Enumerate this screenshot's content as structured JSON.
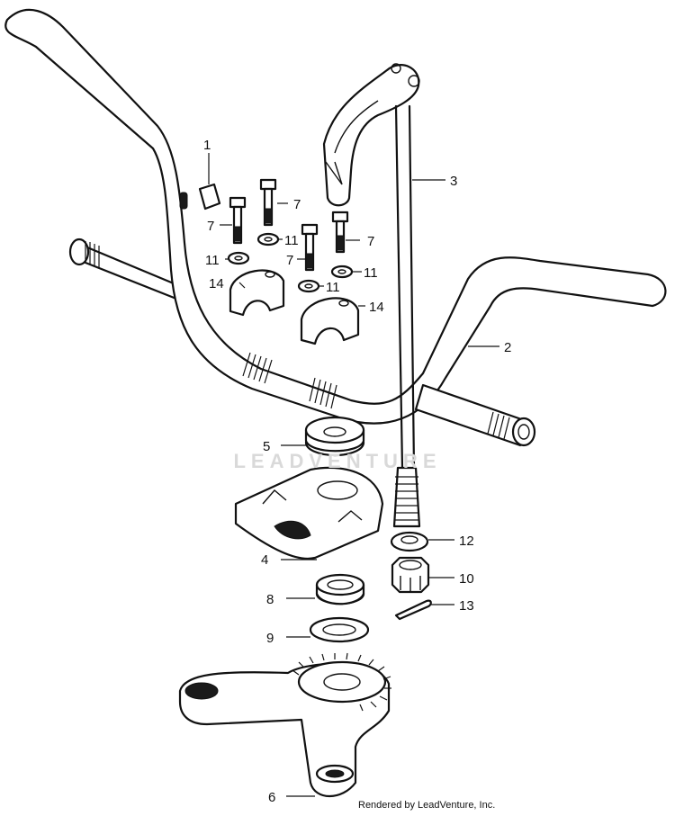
{
  "watermark": "LEADVENTURE",
  "credit": "Rendered by LeadVenture, Inc.",
  "callouts": {
    "c1": "1",
    "c2": "2",
    "c3": "3",
    "c4": "4",
    "c5": "5",
    "c6": "6",
    "c7a": "7",
    "c7b": "7",
    "c7c": "7",
    "c7d": "7",
    "c8": "8",
    "c9": "9",
    "c10": "10",
    "c11a": "11",
    "c11b": "11",
    "c11c": "11",
    "c11d": "11",
    "c12": "12",
    "c13": "13",
    "c14a": "14",
    "c14b": "14"
  }
}
